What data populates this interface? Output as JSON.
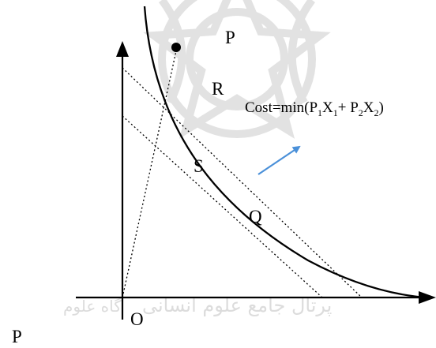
{
  "labels": {
    "p_top": "P",
    "r": "R",
    "s": "S",
    "q": "Q",
    "origin": "O",
    "p_bottom": "P"
  },
  "cost_formula": {
    "prefix": "Cost=min(P",
    "sub1": "1",
    "mid1": "X",
    "sub2": "1",
    "mid2": "+ P",
    "sub3": "2",
    "mid3": "X",
    "sub4": "2",
    "suffix": ")"
  },
  "colors": {
    "curve": "#000000",
    "lines": "#000000",
    "arrow": "#4a90d9",
    "watermark": "#d6d6d6"
  }
}
